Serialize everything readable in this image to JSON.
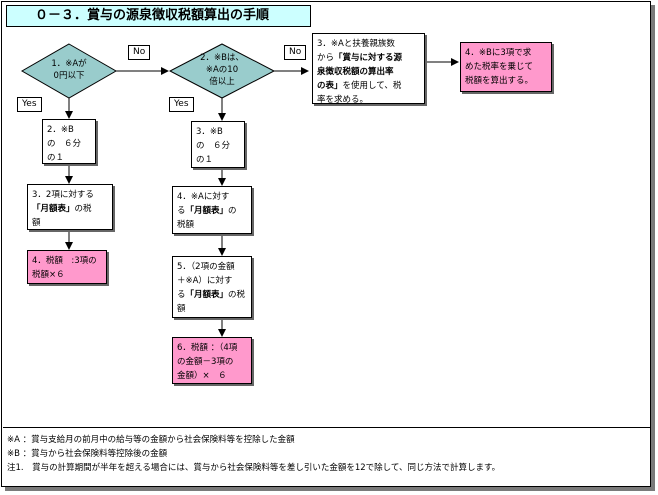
{
  "title": "０－３．賞与の源泉徴収税額算出の手順",
  "decision1": {
    "text": "1．※Aが\n0円以下"
  },
  "decision2": {
    "text": "2．※Bは、\n※Aの10\n倍以上"
  },
  "labels": {
    "no1": "No",
    "no2": "No",
    "yes1": "Yes",
    "yes2": "Yes"
  },
  "left_branch": {
    "step2": "2．※B\nの　６分\nの１",
    "step3_pre": "3．2項に対する\n",
    "step3_bold": "「月額表」",
    "step3_post": "の税\n額",
    "step4": "4．税額　:3項の\n税額×６"
  },
  "mid_branch": {
    "step3": "3．※B\nの　６分\nの１",
    "step4_pre": "4．※Aに対す\nる",
    "step4_bold": "「月額表」",
    "step4_post": "の\n税額",
    "step5_pre": "5．（2項の金額\n＋※A）に対す\nる",
    "step5_bold": "「月額表」",
    "step5_post": "の税\n額",
    "step6": "6．税額 ：（4項\nの金額－3項の\n金額）×　６"
  },
  "right_branch": {
    "step3_pre": "3．※Aと扶養親族数\nから",
    "step3_bold": "「賞与に対する源\n泉徴収税額の算出率\nの表」",
    "step3_post": "を使用して、税\n率を求める。",
    "step4": "4．※Bに3項で求\nめた税率を乗じて\n税額を算出する。"
  },
  "notes": [
    "※A ：賞与支給月の前月中の給与等の金額から社会保険料等を控除した金額",
    "※B ：賞与から社会保険料等控除後の金額",
    "注1.　賞与の計算期間が半年を超える場合には、賞与から社会保険料等を差し引いた金額を12で除して、同じ方法で計算します。"
  ],
  "colors": {
    "title_bg": "#ccffff",
    "diamond_fill": "#99cccc",
    "result_fill": "#ff99cc"
  }
}
